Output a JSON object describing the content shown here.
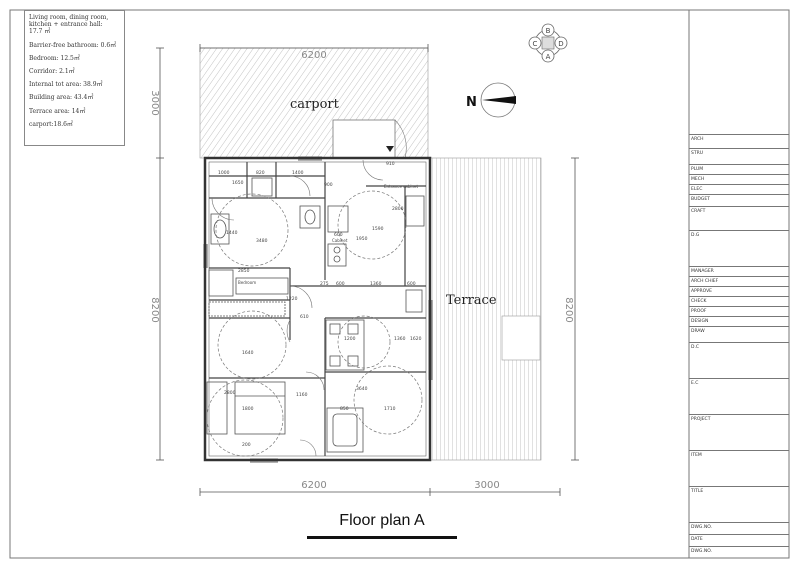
{
  "info_panel": {
    "lines": [
      "Living room, dining room,\nkitchen + entrance hall:\n17.7 ㎡",
      "Barrier-free bathroom: 0.6㎡",
      "Bedroom: 12.5㎡",
      "Corridor: 2.1㎡",
      "Internal tot area: 38.9㎡",
      "Building area: 43.4㎡",
      "Terrace area: 14㎡",
      "carport:18.6㎡"
    ]
  },
  "compass": {
    "letters": [
      "A",
      "B",
      "C",
      "D"
    ],
    "north_label": "N"
  },
  "labels": {
    "carport": "carport",
    "terrace": "Terrace",
    "entrance_cabinet": "Entrance cabinet",
    "cabinet": "Cabinet",
    "bedroom_small": "Bedroom"
  },
  "dimensions": {
    "top_width": "6200",
    "left_carport": "3000",
    "left_height": "8200",
    "right_height": "8200",
    "bottom_width": "6200",
    "bottom_terrace": "3000",
    "inner": [
      "1000",
      "820",
      "1400",
      "910",
      "1650",
      "900",
      "3480",
      "1590",
      "600",
      "1950",
      "2800",
      "2850",
      "1220",
      "275",
      "600",
      "1360",
      "600",
      "610",
      "1200",
      "1360",
      "1620",
      "1640",
      "2800",
      "1160",
      "3640",
      "1800",
      "850",
      "1710",
      "1440",
      "200"
    ]
  },
  "title_block": {
    "rows": [
      "ARCH",
      "STRU",
      "PLUM",
      "MECH",
      "ELEC",
      "BUDGET",
      "CRAFT",
      "D.G",
      "MANAGER",
      "ARCH CHIEF",
      "APPROVE",
      "CHECK",
      "PROOF",
      "DESIGN",
      "DRAW",
      "D.C",
      "E.C",
      "PROJECT",
      "ITEM",
      "TITLE",
      "DWG.NO.",
      "DATE",
      "DWG.NO."
    ]
  },
  "plan_title": "Floor plan A",
  "colors": {
    "line": "#333333",
    "hatch": "#8a8a8a",
    "faint": "#b8b8b8"
  }
}
